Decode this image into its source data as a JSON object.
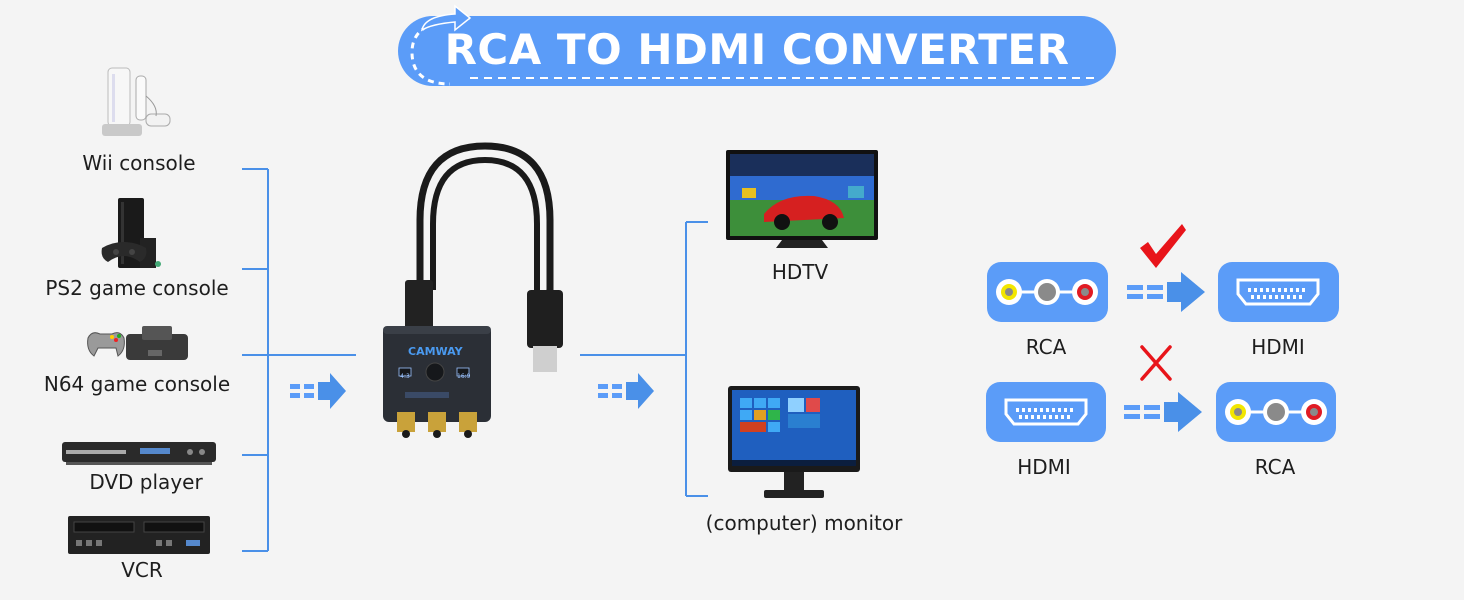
{
  "title": "RCA TO HDMI CONVERTER",
  "sources": [
    {
      "label": "Wii console",
      "icon": "wii-console-icon"
    },
    {
      "label": "PS2 game console",
      "icon": "ps2-console-icon"
    },
    {
      "label": "N64 game console",
      "icon": "n64-console-icon"
    },
    {
      "label": "DVD player",
      "icon": "dvd-player-icon"
    },
    {
      "label": "VCR",
      "icon": "vcr-icon"
    }
  ],
  "converter": {
    "brand": "CAMWAY",
    "left_switch_label": "4:3",
    "right_switch_label": "16:9"
  },
  "outputs": [
    {
      "label": "HDTV",
      "icon": "hdtv-icon"
    },
    {
      "label": "(computer) monitor",
      "icon": "monitor-icon"
    }
  ],
  "direction_diagram": {
    "row1": {
      "from": "RCA",
      "to": "HDMI",
      "status": "supported",
      "status_icon": "checkmark-icon"
    },
    "row2": {
      "from": "HDMI",
      "to": "RCA",
      "status": "not-supported",
      "status_icon": "x-mark-icon"
    }
  },
  "colors": {
    "accent": "#5b9cf8",
    "connector_line": "#4a90e8",
    "check": "#e8141a",
    "cross": "#e8141a",
    "rca_yellow": "#f2e600",
    "rca_white": "#bfbfbf",
    "rca_red": "#e01b24",
    "background": "#f4f4f4"
  }
}
